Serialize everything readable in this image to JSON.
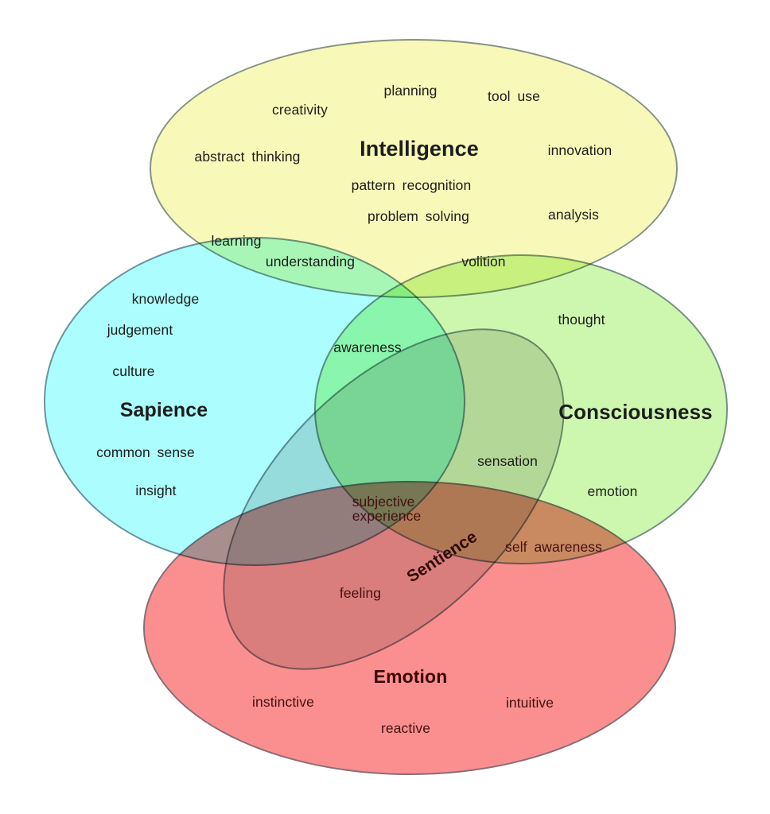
{
  "diagram": {
    "type": "venn",
    "description": "Five overlapping ellipses relating mind concepts"
  },
  "colors": {
    "intelligence": "#F8F8B8",
    "sapience": "#ACFDFD",
    "consciousness": "#CDF7AE",
    "emotion": "#FB8F8F",
    "sentience": "#DEDEDE",
    "outline": "#465C6C",
    "label_dark": "#1d1d1d",
    "label_maroon": "#441010"
  },
  "sets": {
    "intelligence": {
      "title": "Intelligence",
      "items": [
        "planning",
        "tool use",
        "creativity",
        "abstract thinking",
        "innovation",
        "pattern recognition",
        "problem solving",
        "analysis"
      ]
    },
    "sapience": {
      "title": "Sapience",
      "items": [
        "knowledge",
        "judgement",
        "culture",
        "common sense",
        "insight"
      ]
    },
    "consciousness": {
      "title": "Consciousness",
      "items": [
        "thought",
        "emotion"
      ]
    },
    "emotion": {
      "title": "Emotion",
      "items": [
        "instinctive",
        "reactive",
        "intuitive"
      ]
    },
    "sentience": {
      "title": "Sentience",
      "items": []
    }
  },
  "labels": {
    "planning": "planning",
    "tool_use": "tool use",
    "creativity": "creativity",
    "abstract_thinking": "abstract thinking",
    "innovation": "innovation",
    "pattern_recognition": "pattern recognition",
    "problem_solving": "problem solving",
    "analysis": "analysis",
    "learning": "learning",
    "understanding": "understanding",
    "volition": "volition",
    "knowledge": "knowledge",
    "judgement": "judgement",
    "culture": "culture",
    "common_sense": "common sense",
    "insight": "insight",
    "thought": "thought",
    "awareness": "awareness",
    "sensation": "sensation",
    "emotion_item": "emotion",
    "subjective_experience": "subjective\nexperience",
    "self_awareness": "self awareness",
    "feeling": "feeling",
    "instinctive": "instinctive",
    "reactive": "reactive",
    "intuitive": "intuitive"
  }
}
